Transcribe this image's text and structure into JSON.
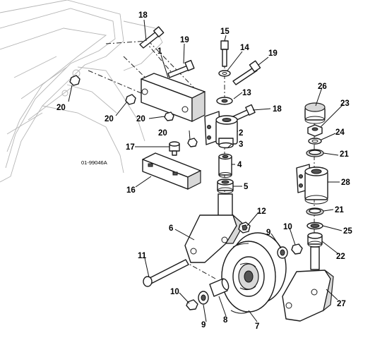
{
  "diagram_ref": "01-99046A",
  "callouts": {
    "c1": "1",
    "c2": "2",
    "c3": "3",
    "c4": "4",
    "c5": "5",
    "c6": "6",
    "c7": "7",
    "c8": "8",
    "c9a": "9",
    "c9b": "9",
    "c10a": "10",
    "c10b": "10",
    "c11": "11",
    "c12": "12",
    "c13": "13",
    "c14": "14",
    "c15": "15",
    "c16": "16",
    "c17": "17",
    "c18a": "18",
    "c18b": "18",
    "c19a": "19",
    "c19b": "19",
    "c20a": "20",
    "c20b": "20",
    "c20c": "20",
    "c20d": "20",
    "c21a": "21",
    "c21b": "21",
    "c22": "22",
    "c23": "23",
    "c24": "24",
    "c25": "25",
    "c26": "26",
    "c27": "27",
    "c28": "28"
  }
}
